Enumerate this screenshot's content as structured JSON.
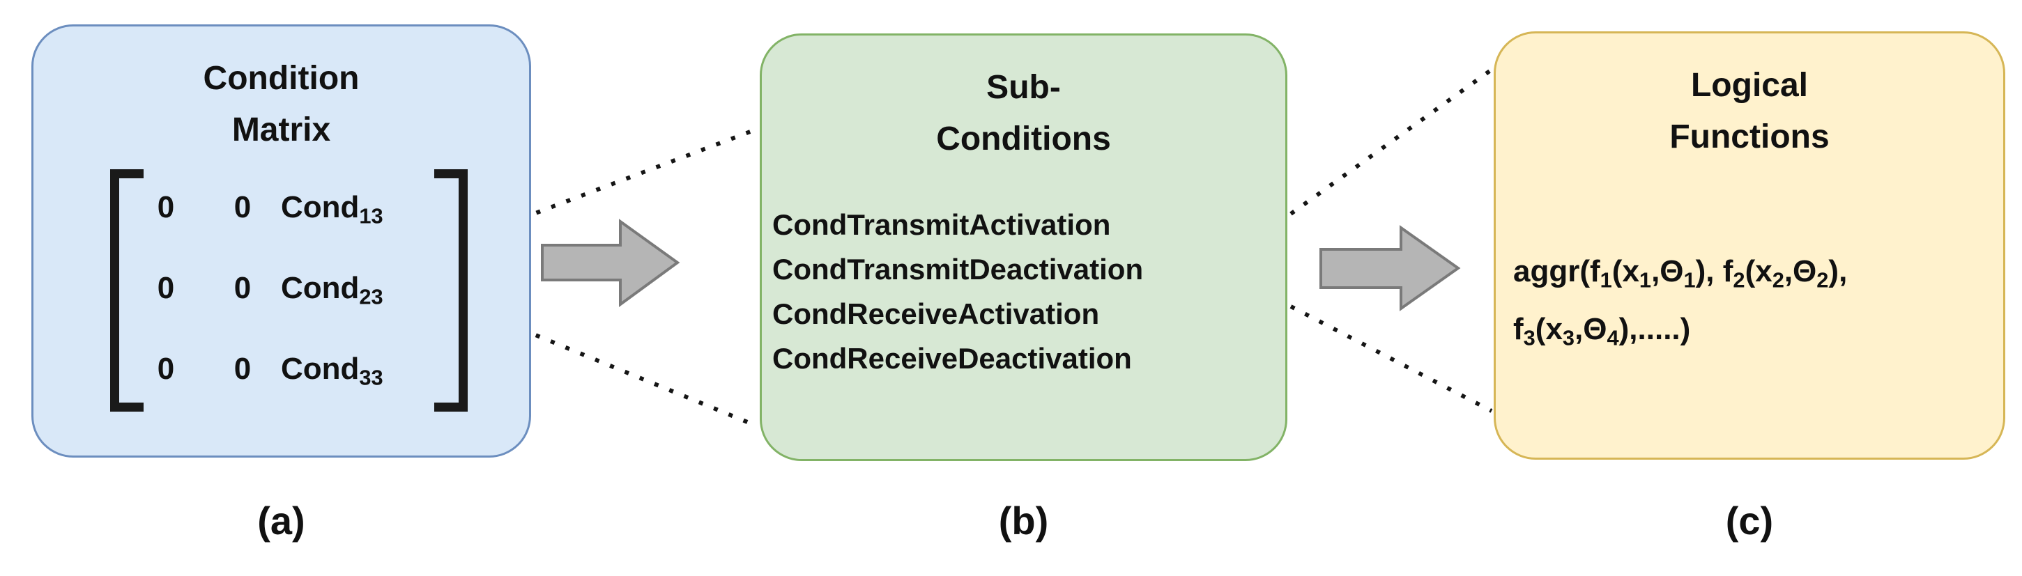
{
  "figure": {
    "boxes": {
      "condition_matrix": {
        "title_line1": "Condition",
        "title_line2": "Matrix",
        "matrix": {
          "rows": [
            {
              "c1": "0",
              "c2": "0",
              "c3": "Cond",
              "sub": "13"
            },
            {
              "c1": "0",
              "c2": "0",
              "c3": "Cond",
              "sub": "23"
            },
            {
              "c1": "0",
              "c2": "0",
              "c3": "Cond",
              "sub": "33"
            }
          ]
        },
        "caption": "(a)",
        "fill": "#d9e8f8",
        "border": "#6c8ebf"
      },
      "sub_conditions": {
        "title_line1": "Sub-",
        "title_line2": "Conditions",
        "items": [
          "CondTransmitActivation",
          "CondTransmitDeactivation",
          "CondReceiveActivation",
          "CondReceiveDeactivation"
        ],
        "caption": "(b)",
        "fill": "#d7e8d4",
        "border": "#82b366"
      },
      "logical_functions": {
        "title_line1": "Logical",
        "title_line2": "Functions",
        "formula_line1": [
          [
            "aggr(f",
            "1"
          ],
          [
            "(x",
            "1"
          ],
          [
            ",Θ",
            "1"
          ],
          [
            "), f",
            "2"
          ],
          [
            "(x",
            "2"
          ],
          [
            ",Θ",
            "2"
          ],
          [
            "),",
            ""
          ]
        ],
        "formula_line2": [
          [
            "f",
            "3"
          ],
          [
            "(x",
            "3"
          ],
          [
            ",Θ",
            "4"
          ],
          [
            "),.....)",
            ""
          ]
        ],
        "caption": "(c)",
        "fill": "#fff2cd",
        "border": "#d6b656"
      }
    },
    "connectors": {
      "arrow_fill": "#b5b5b5",
      "arrow_border": "#7a7a7a",
      "dot_color": "#151515"
    }
  }
}
